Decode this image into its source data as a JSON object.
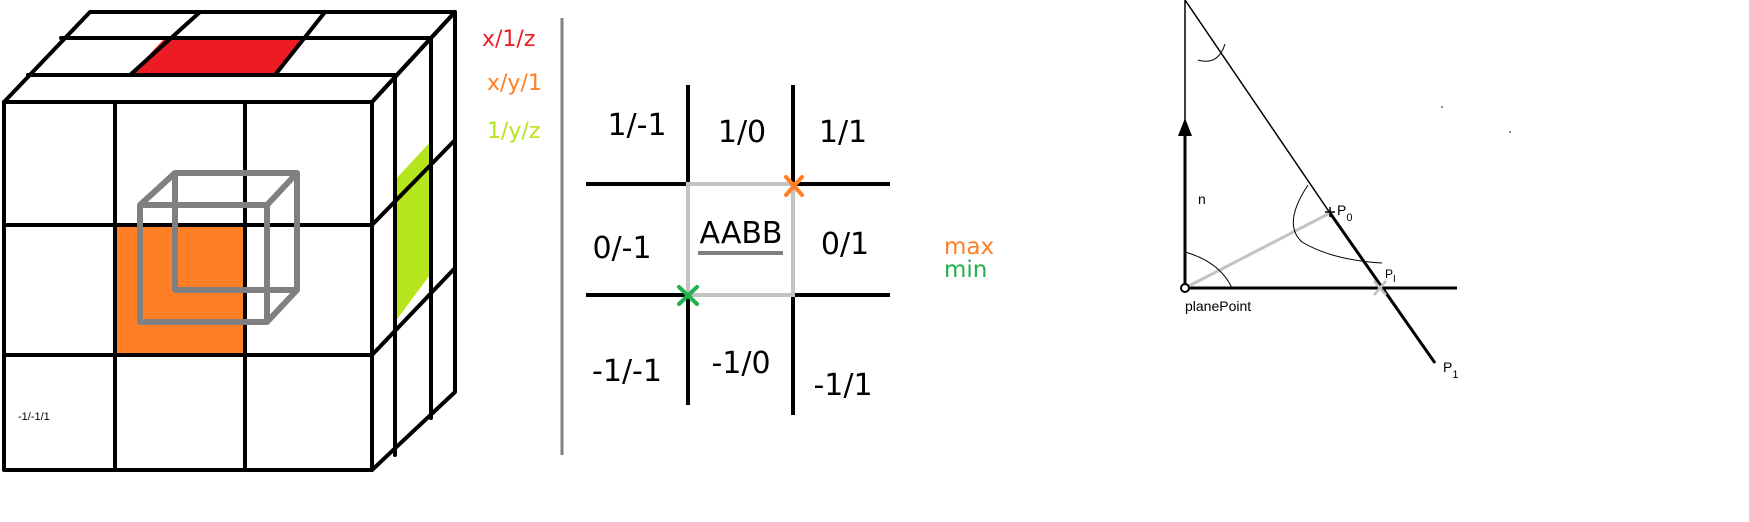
{
  "colors": {
    "red": "#ed1c24",
    "orange": "#ff7f27",
    "green_lime": "#b5e61d",
    "green_marker": "#22b14c",
    "gray": "#808080",
    "light_gray": "#c3c3c3",
    "black": "#000000"
  },
  "cube": {
    "front_label": "-1/-1/1",
    "legend": {
      "red_label": "x/1/z",
      "orange_label": "x/y/1",
      "green_label": "1/y/z"
    }
  },
  "grid": {
    "cells": {
      "top_left": "1/-1",
      "top_center": "1/0",
      "top_right": "1/1",
      "middle_left": "0/-1",
      "center": "AABB",
      "middle_right": "0/1",
      "bottom_left": "-1/-1",
      "bottom_center": "-1/0",
      "bottom_right": "-1/1"
    },
    "max_label": "max",
    "min_label": "min"
  },
  "plane": {
    "normal_label": "n",
    "point_label": "planePoint",
    "p0_label": "P",
    "p0_sub": "0",
    "pi_label": "P",
    "pi_sub": "I",
    "p1_label": "P",
    "p1_sub": "1"
  }
}
